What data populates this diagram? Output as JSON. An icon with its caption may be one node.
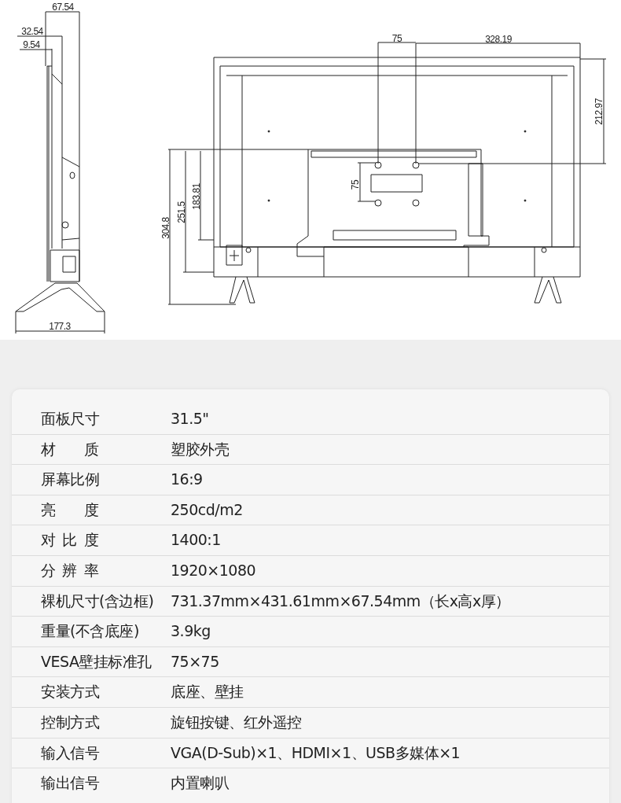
{
  "diagram": {
    "labels": [
      "67.54",
      "32.54",
      "9.54",
      "177.3",
      "75",
      "328.19",
      "212.97",
      "75",
      "304.8",
      "251.5",
      "183.81",
      "面板尺寸",
      "31.5\"",
      "材质",
      "塑胶外壳",
      "屏幕比例",
      "16:9",
      "亮度",
      "250cd/m2",
      "对比度",
      "1400:1",
      "分辨率",
      "1920×1080",
      "裸机尺寸(含边框)",
      "731.37mm×431.61mm×67.54mm（长x高x厚）",
      "重量(不含底座)",
      "3.9kg",
      "VESA壁挂标准孔",
      "75×75",
      "安装方式",
      "底座、壁挂",
      "控制方式",
      "旋钮按键、红外遥控",
      "输入信号",
      "VGA(D-Sub)×1、HDMI×1、USB多媒体×1",
      "输出信号",
      "内置喇叭"
    ]
  }
}
